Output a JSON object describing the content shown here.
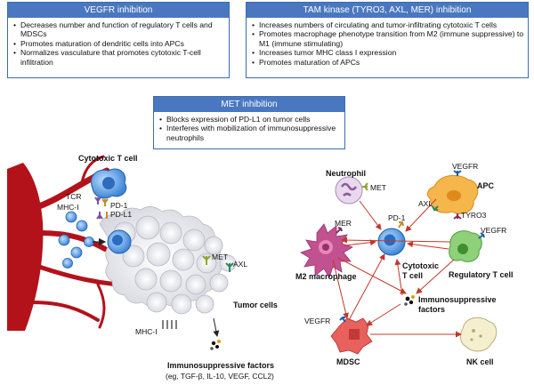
{
  "vegfr_box": {
    "title": "VEGFR inhibition",
    "items": [
      "Decreases number and function of regulatory T cells and MDSCs",
      "Promotes maturation of dendritic cells into APCs",
      "Normalizes vasculature that promotes cytotoxic T-cell infiltration"
    ]
  },
  "tam_box": {
    "title": "TAM kinase (TYRO3, AXL, MER) inhibition",
    "items": [
      "Increases numbers of circulating and tumor-infiltrating cytotoxic T cells",
      "Promotes macrophage phenotype transition from M2 (immune suppressive) to M1 (immune stimulating)",
      "Increases tumor MHC class I expression",
      "Promotes maturation of APCs"
    ]
  },
  "met_box": {
    "title": "MET inhibition",
    "items": [
      "Blocks expression of PD-L1 on tumor cells",
      "Interferes with mobilization of immunosuppressive neutrophils"
    ]
  },
  "left_panel": {
    "cytotoxic_t_cell": "Cytotoxic T cell",
    "tcr": "TCR",
    "mhc_i": "MHC-I",
    "pd1": "PD-1",
    "pdl1": "PD-L1",
    "met": "MET",
    "axl": "AXL",
    "tumor_cells": "Tumor cells",
    "mhc_i_bottom": "MHC-I",
    "immuno_factors": "Immunosuppressive factors",
    "immuno_factors_eg": "(eg, TGF-β, IL-10, VEGF, CCL2)"
  },
  "right_panel": {
    "neutrophil": "Neutrophil",
    "met": "MET",
    "vegfr_apc": "VEGFR",
    "apc": "APC",
    "axl": "AXL",
    "tyro3": "TYRO3",
    "pd1": "PD-1",
    "mer": "MER",
    "m2_macrophage": "M2 macrophage",
    "cytotoxic": "Cytotoxic",
    "t_cell": "T cell",
    "vegfr_treg": "VEGFR",
    "regulatory_t_cell": "Regulatory T cell",
    "immuno_line1": "Immunosuppressive",
    "immuno_line2": "factors",
    "vegfr_mdsc": "VEGFR",
    "mdsc": "MDSC",
    "nk_cell": "NK cell"
  },
  "colors": {
    "box_header": "#4a78c0",
    "box_border": "#3c6bb0",
    "vessel": "#b3121b",
    "t_cell": "#4a90d9",
    "tumor": "#e6e6ea",
    "arrow": "#c0392b"
  }
}
